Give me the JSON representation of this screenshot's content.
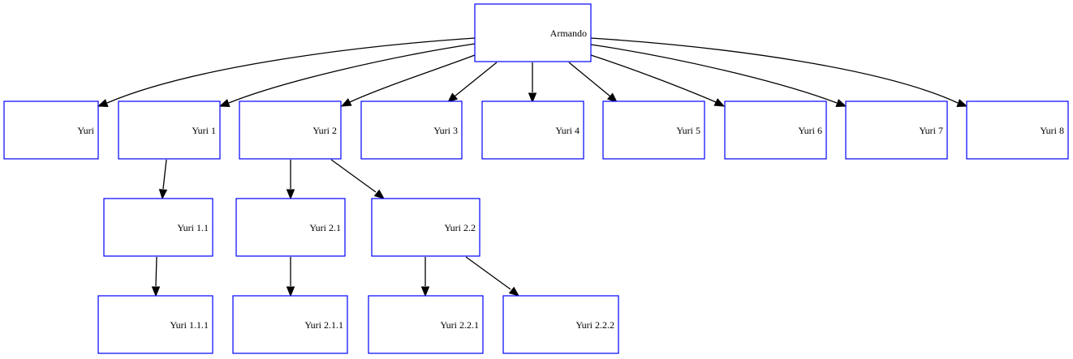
{
  "diagram": {
    "type": "tree",
    "colors": {
      "node_border": "#0000ff",
      "edge": "#000000",
      "text": "#000000",
      "background": "#ffffff"
    },
    "nodes": [
      {
        "id": "armando",
        "label": "Armando"
      },
      {
        "id": "yuri",
        "label": "Yuri"
      },
      {
        "id": "yuri1",
        "label": "Yuri 1"
      },
      {
        "id": "yuri2",
        "label": "Yuri 2"
      },
      {
        "id": "yuri3",
        "label": "Yuri 3"
      },
      {
        "id": "yuri4",
        "label": "Yuri 4"
      },
      {
        "id": "yuri5",
        "label": "Yuri 5"
      },
      {
        "id": "yuri6",
        "label": "Yuri 6"
      },
      {
        "id": "yuri7",
        "label": "Yuri 7"
      },
      {
        "id": "yuri8",
        "label": "Yuri 8"
      },
      {
        "id": "yuri11",
        "label": "Yuri 1.1"
      },
      {
        "id": "yuri21",
        "label": "Yuri 2.1"
      },
      {
        "id": "yuri22",
        "label": "Yuri 2.2"
      },
      {
        "id": "yuri111",
        "label": "Yuri 1.1.1"
      },
      {
        "id": "yuri211",
        "label": "Yuri 2.1.1"
      },
      {
        "id": "yuri221",
        "label": "Yuri 2.2.1"
      },
      {
        "id": "yuri222",
        "label": "Yuri 2.2.2"
      }
    ],
    "edges": [
      {
        "from": "armando",
        "to": "yuri"
      },
      {
        "from": "armando",
        "to": "yuri1"
      },
      {
        "from": "armando",
        "to": "yuri2"
      },
      {
        "from": "armando",
        "to": "yuri3"
      },
      {
        "from": "armando",
        "to": "yuri4"
      },
      {
        "from": "armando",
        "to": "yuri5"
      },
      {
        "from": "armando",
        "to": "yuri6"
      },
      {
        "from": "armando",
        "to": "yuri7"
      },
      {
        "from": "armando",
        "to": "yuri8"
      },
      {
        "from": "yuri1",
        "to": "yuri11"
      },
      {
        "from": "yuri11",
        "to": "yuri111"
      },
      {
        "from": "yuri2",
        "to": "yuri21"
      },
      {
        "from": "yuri2",
        "to": "yuri22"
      },
      {
        "from": "yuri21",
        "to": "yuri211"
      },
      {
        "from": "yuri22",
        "to": "yuri221"
      },
      {
        "from": "yuri22",
        "to": "yuri222"
      }
    ]
  }
}
